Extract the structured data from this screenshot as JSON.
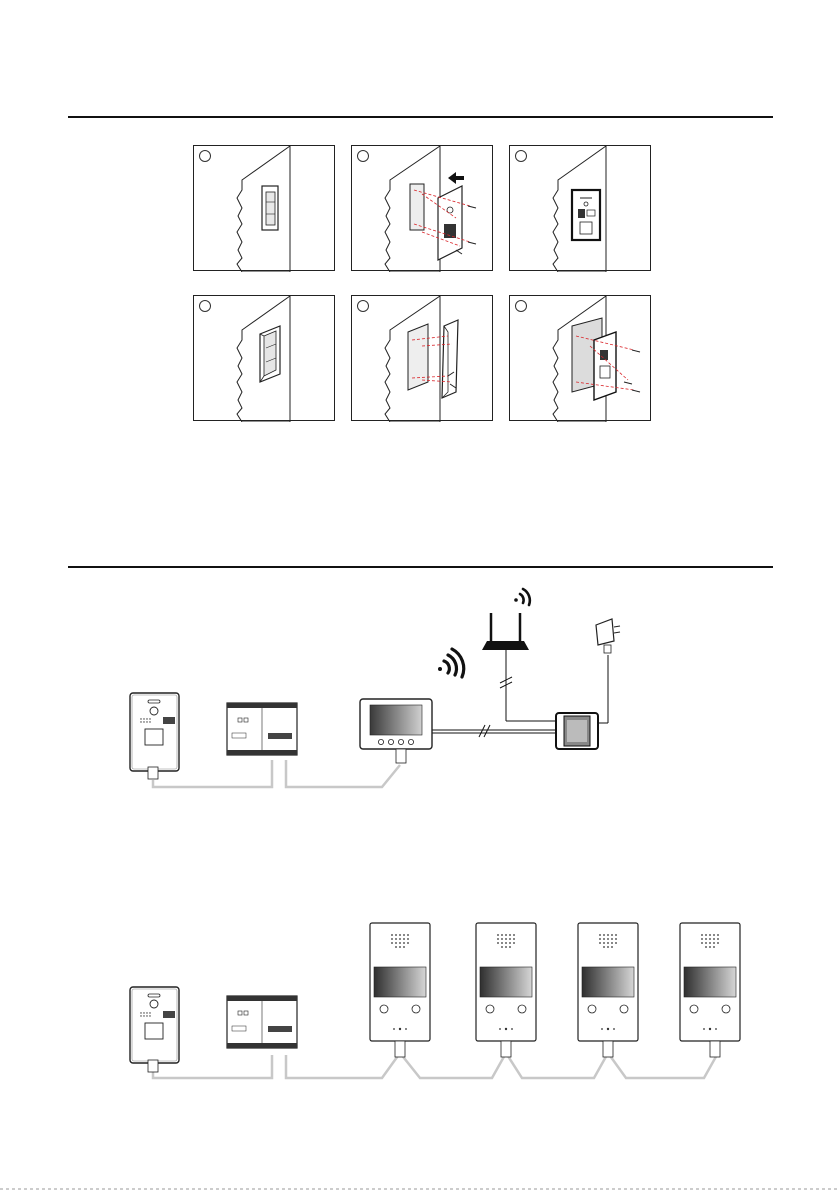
{
  "colors": {
    "line": "#111111",
    "cable": "#c8c8c8",
    "callout": "#d9252a",
    "panel_stroke": "#222222"
  },
  "sections": [
    {
      "id": "installation",
      "steps": [
        {
          "id": "step-1",
          "view": "wall-cut-box"
        },
        {
          "id": "step-2",
          "view": "fix-panel-screws"
        },
        {
          "id": "step-3",
          "view": "flush-panel-done"
        },
        {
          "id": "step-4",
          "view": "surface-box"
        },
        {
          "id": "step-5",
          "view": "fit-rain-hood"
        },
        {
          "id": "step-6",
          "view": "surface-panel-screws"
        }
      ]
    },
    {
      "id": "wiring",
      "diagrams": [
        {
          "id": "wifi-system",
          "devices": [
            "outdoor-station",
            "distributor",
            "wifi-monitor",
            "power-supply-unit",
            "router",
            "power-adapter"
          ]
        },
        {
          "id": "multi-monitor-system",
          "devices": [
            "outdoor-station",
            "distributor",
            "indoor-monitor",
            "indoor-monitor",
            "indoor-monitor",
            "indoor-monitor"
          ]
        }
      ]
    }
  ],
  "icons": [
    "wifi-signal-icon",
    "wifi-signal-icon",
    "push-arrow-icon",
    "screw-icon"
  ]
}
